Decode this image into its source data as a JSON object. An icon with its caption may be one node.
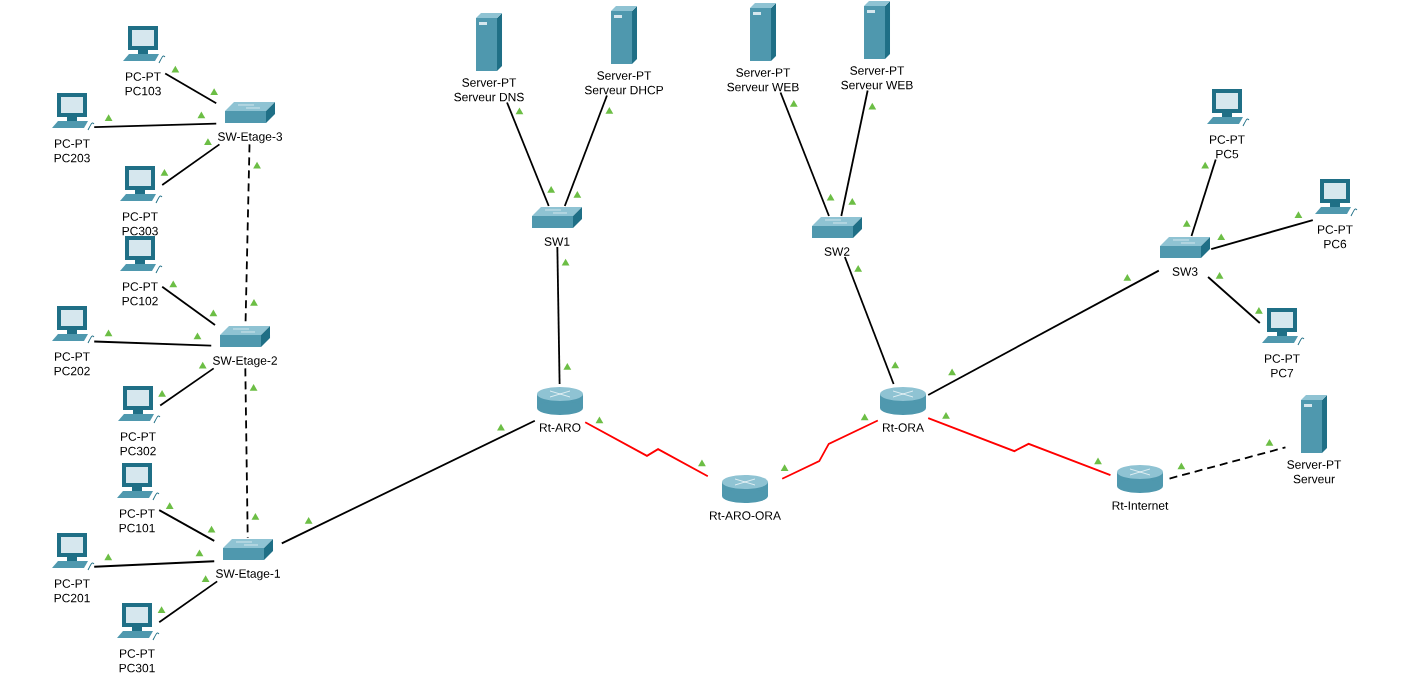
{
  "diagram": {
    "nodes": [
      {
        "text": [
          "PC-PT",
          "PC103"
        ]
      },
      {
        "text": [
          "PC-PT",
          "PC203"
        ]
      },
      {
        "text": [
          "SW-Etage-3"
        ]
      },
      {
        "text": [
          "PC-PT",
          "PC303"
        ]
      },
      {
        "text": [
          "PC-PT",
          "PC102"
        ]
      },
      {
        "text": [
          "PC-PT",
          "PC202"
        ]
      },
      {
        "text": [
          "SW-Etage-2"
        ]
      },
      {
        "text": [
          "PC-PT",
          "PC302"
        ]
      },
      {
        "text": [
          "PC-PT",
          "PC101"
        ]
      },
      {
        "text": [
          "PC-PT",
          "PC201"
        ]
      },
      {
        "text": [
          "SW-Etage-1"
        ]
      },
      {
        "text": [
          "PC-PT",
          "PC301"
        ]
      },
      {
        "text": [
          "Server-PT",
          "Serveur DNS"
        ]
      },
      {
        "text": [
          "Server-PT",
          "Serveur DHCP"
        ]
      },
      {
        "text": [
          "Server-PT",
          "Serveur WEB"
        ]
      },
      {
        "text": [
          "Server-PT",
          "Serveur WEB"
        ]
      },
      {
        "text": [
          "SW1"
        ]
      },
      {
        "text": [
          "SW2"
        ]
      },
      {
        "text": [
          "SW3"
        ]
      },
      {
        "text": [
          "PC-PT",
          "PC5"
        ]
      },
      {
        "text": [
          "PC-PT",
          "PC6"
        ]
      },
      {
        "text": [
          "PC-PT",
          "PC7"
        ]
      },
      {
        "text": [
          "Rt-ARO"
        ]
      },
      {
        "text": [
          "Rt-ARO-ORA"
        ]
      },
      {
        "text": [
          "Rt-ORA"
        ]
      },
      {
        "text": [
          "Rt-Internet"
        ]
      },
      {
        "text": [
          "Server-PT",
          "Serveur"
        ]
      }
    ],
    "edges": [
      {
        "from": 0,
        "to": 2,
        "arrow": "none"
      },
      {
        "from": 1,
        "to": 2,
        "arrow": "none"
      },
      {
        "from": 3,
        "to": 2,
        "arrow": "none"
      },
      {
        "from": 2,
        "to": 6,
        "arrow": "none",
        "style": "dashed"
      },
      {
        "from": 4,
        "to": 6,
        "arrow": "none"
      },
      {
        "from": 5,
        "to": 6,
        "arrow": "none"
      },
      {
        "from": 7,
        "to": 6,
        "arrow": "none"
      },
      {
        "from": 6,
        "to": 10,
        "arrow": "none",
        "style": "dashed"
      },
      {
        "from": 8,
        "to": 10,
        "arrow": "none"
      },
      {
        "from": 9,
        "to": 10,
        "arrow": "none"
      },
      {
        "from": 11,
        "to": 10,
        "arrow": "none"
      },
      {
        "from": 10,
        "to": 22,
        "arrow": "none"
      },
      {
        "from": 12,
        "to": 16,
        "arrow": "none"
      },
      {
        "from": 13,
        "to": 16,
        "arrow": "none"
      },
      {
        "from": 16,
        "to": 22,
        "arrow": "none"
      },
      {
        "from": 14,
        "to": 17,
        "arrow": "none"
      },
      {
        "from": 15,
        "to": 17,
        "arrow": "none"
      },
      {
        "from": 17,
        "to": 24,
        "arrow": "none"
      },
      {
        "from": 24,
        "to": 18,
        "arrow": "none"
      },
      {
        "from": 18,
        "to": 19,
        "arrow": "none"
      },
      {
        "from": 18,
        "to": 20,
        "arrow": "none"
      },
      {
        "from": 18,
        "to": 21,
        "arrow": "none"
      },
      {
        "from": 22,
        "to": 23,
        "arrow": "none",
        "color": "#ff0000"
      },
      {
        "from": 23,
        "to": 24,
        "arrow": "none",
        "color": "#ff0000"
      },
      {
        "from": 24,
        "to": 25,
        "arrow": "none",
        "color": "#ff0000"
      },
      {
        "from": 25,
        "to": 26,
        "arrow": "none",
        "style": "dashed"
      }
    ]
  }
}
